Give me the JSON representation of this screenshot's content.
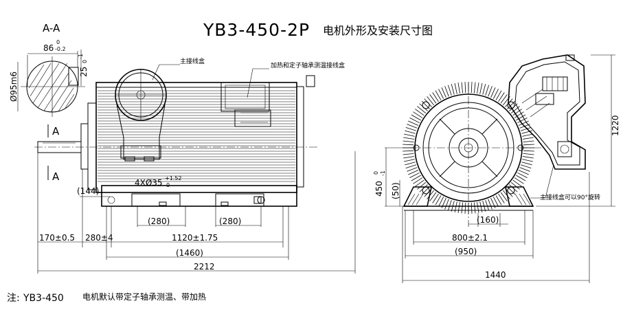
{
  "title": {
    "model": "YB3-450-2P",
    "subtitle": "电机外形及安装尺寸图"
  },
  "section_view": {
    "label": "A-A",
    "width_dim": "86",
    "width_tol_upper": "0",
    "width_tol_lower": "-0.2",
    "depth_dim": "25",
    "depth_tol_upper": "0",
    "depth_tol_lower": "-1",
    "diameter_dim": "Ø95m6"
  },
  "section_marks": {
    "upper": "A",
    "lower": "A"
  },
  "front_view": {
    "callout_main_box": "主接线盒",
    "callout_aux_box": "加热和定子轴承测温接线盒",
    "holes_dim": "4XØ35",
    "holes_tol_upper": "+1.52",
    "holes_tol_lower": "0",
    "dim_144": "(144)",
    "dim_280_left": "(280)",
    "dim_280_right": "(280)",
    "dim_170": "170±0.5",
    "dim_280": "280±4",
    "dim_1120": "1120±1.75",
    "dim_1460": "(1460)",
    "dim_2212": "2212"
  },
  "end_view": {
    "dim_1220": "1220",
    "dim_450": "450",
    "dim_450_tol_upper": "0",
    "dim_450_tol_lower": "-1",
    "dim_50": "(50)",
    "dim_160": "(160)",
    "dim_800": "800±2.1",
    "dim_950": "(950)",
    "dim_1440": "1440",
    "callout_box_rotate": "主接线盒可以90°旋转"
  },
  "note": {
    "prefix": "注:",
    "model": "YB3-450",
    "text": "电机默认带定子轴承测温、带加热"
  }
}
